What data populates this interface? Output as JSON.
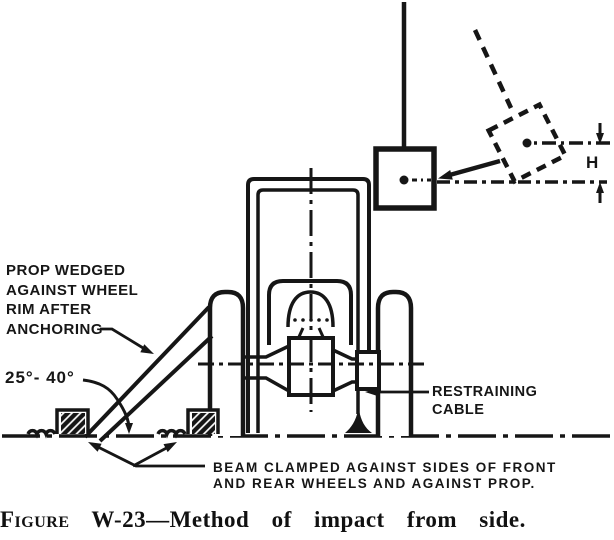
{
  "colors": {
    "ink": "#161616",
    "paper": "#ffffff"
  },
  "diagram": {
    "labels": {
      "prop": [
        "PROP WEDGED",
        "AGAINST WHEEL",
        "RIM AFTER",
        "ANCHORING"
      ],
      "angle_range": "25°- 40°",
      "restraining_cable": [
        "RESTRAINING",
        "CABLE"
      ],
      "beam_note": [
        "BEAM CLAMPED AGAINST SIDES OF FRONT",
        "AND REAR WHEELS AND AGAINST PROP."
      ],
      "drop_height_symbol": "H"
    }
  },
  "caption": {
    "figure_word": "Figure",
    "rest": " W-23—Method of impact from side."
  }
}
